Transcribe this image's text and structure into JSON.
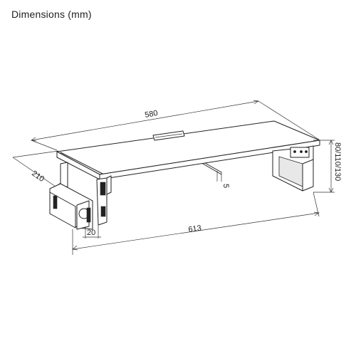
{
  "title": "Dimensions (mm)",
  "dimensions": {
    "width_top": "580",
    "depth": "210",
    "height_options": "80/110/130",
    "overall_width": "613",
    "foot_width": "20",
    "bar_offset": "5"
  },
  "colors": {
    "line": "#222222",
    "background": "#ffffff",
    "fill_light": "#e8e8e8"
  }
}
